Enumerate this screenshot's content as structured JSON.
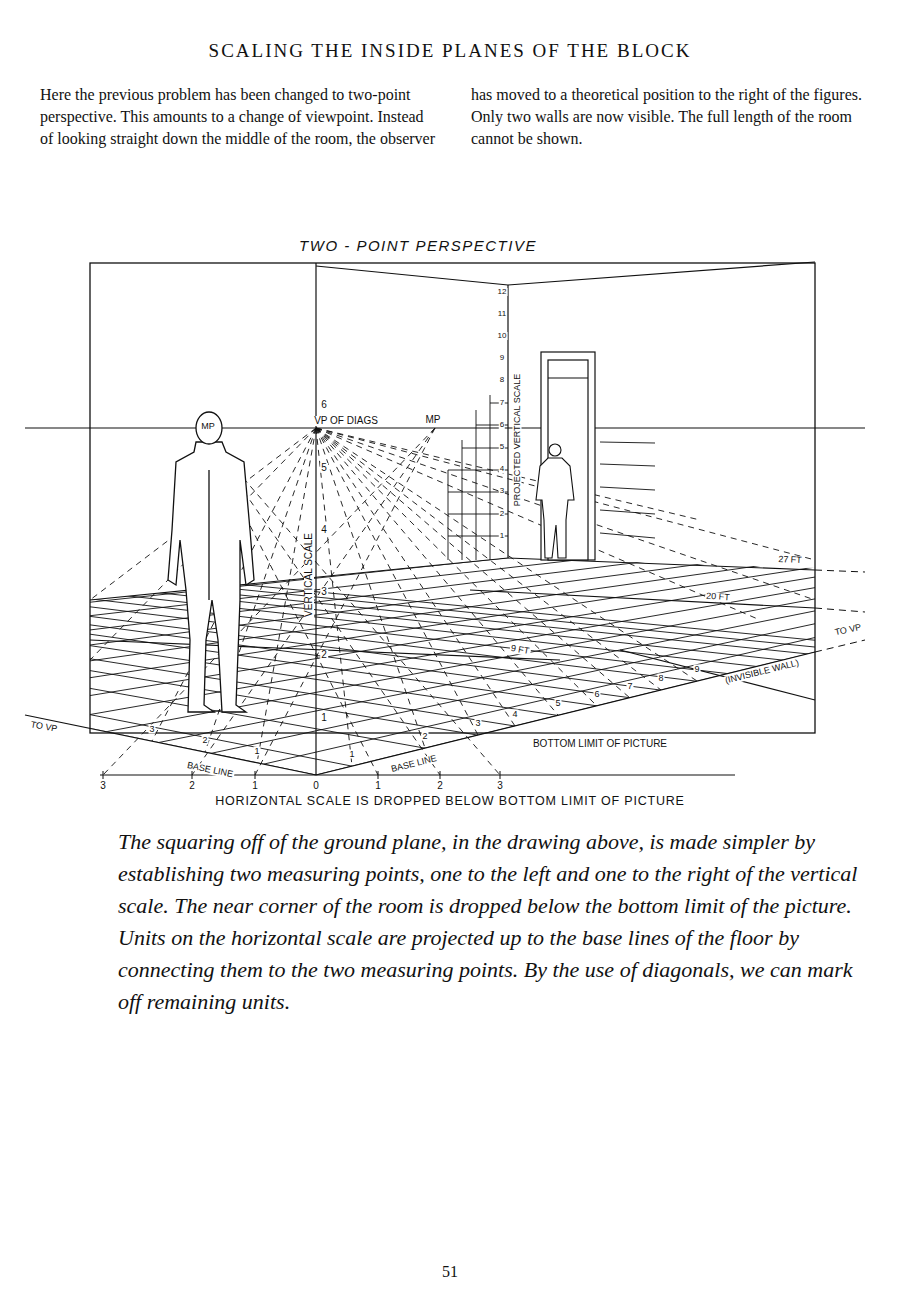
{
  "diagram": {
    "title": "SCALING THE INSIDE PLANES OF THE BLOCK",
    "caption": "The squaring off of the ground plane, in the drawing above, is made simpler by establishing two measuring points, one to the left and one to the right of the vertical scale. The near corner of the room is dropped below the bottom limit of the picture. Units on the horizontal scale are projected up to the base lines of the floor by connecting them to the two measuring points. By the use of diagonals, we can mark off remaining units.",
    "labels": [
      "Here the previous problem has been changed to two-point perspective. This amounts to a change of viewpoint. Instead of looking straight down the middle of the room, the observer has moved to a theoretical position to the right of the figures. Only two walls are now visible. The full length of the room cannot be shown.",
      "TWO - POINT PERSPECTIVE",
      "VP OF DIAGS",
      "MP",
      "MP",
      "VERTICAL SCALE",
      "PROJECTED VERTICAL SCALE",
      "1",
      "2",
      "3",
      "4",
      "5",
      "6",
      "1",
      "2",
      "3",
      "4",
      "5",
      "6",
      "7",
      "8",
      "9",
      "10",
      "11",
      "12",
      "27 FT",
      "20 FT",
      "9 FT",
      "(INVISIBLE WALL)",
      "TO VP",
      "TO VP",
      "BASE LINE",
      "BASE LINE",
      "BOTTOM LIMIT OF PICTURE",
      "3",
      "2",
      "1",
      "1",
      "2",
      "3",
      "4",
      "5",
      "6",
      "7",
      "8",
      "9",
      "3",
      "2",
      "1",
      "0",
      "1",
      "2",
      "3",
      "HORIZONTAL SCALE IS DROPPED BELOW BOTTOM LIMIT OF PICTURE",
      "51"
    ]
  }
}
